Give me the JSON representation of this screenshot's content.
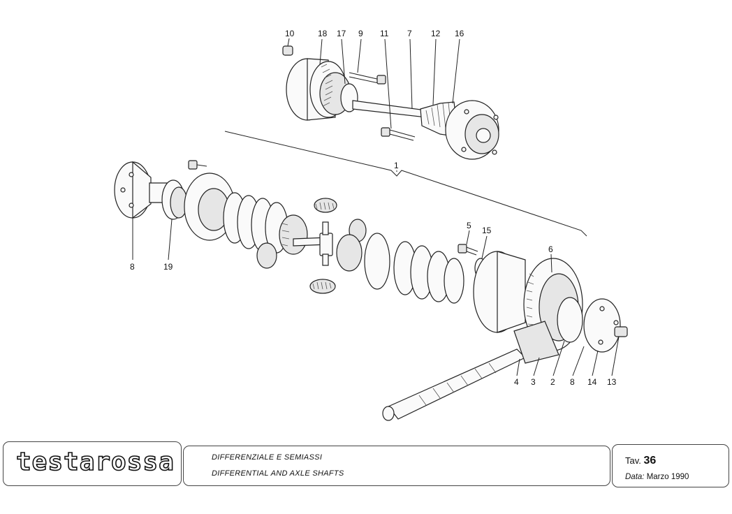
{
  "diagram": {
    "callouts": [
      {
        "id": "c10",
        "text": "10"
      },
      {
        "id": "c18",
        "text": "18"
      },
      {
        "id": "c17",
        "text": "17"
      },
      {
        "id": "c9",
        "text": "9"
      },
      {
        "id": "c11",
        "text": "11"
      },
      {
        "id": "c7",
        "text": "7"
      },
      {
        "id": "c12",
        "text": "12"
      },
      {
        "id": "c16",
        "text": "16"
      },
      {
        "id": "c1",
        "text": "1"
      },
      {
        "id": "c5",
        "text": "5"
      },
      {
        "id": "c15",
        "text": "15"
      },
      {
        "id": "c6",
        "text": "6"
      },
      {
        "id": "c8a",
        "text": "8"
      },
      {
        "id": "c19",
        "text": "19"
      },
      {
        "id": "c4",
        "text": "4"
      },
      {
        "id": "c3",
        "text": "3"
      },
      {
        "id": "c2",
        "text": "2"
      },
      {
        "id": "c8b",
        "text": "8"
      },
      {
        "id": "c14",
        "text": "14"
      },
      {
        "id": "c13",
        "text": "13"
      }
    ]
  },
  "footer": {
    "brand": "testarossa",
    "title_it": "DIFFERENZIALE E SEMIASSI",
    "title_en": "DIFFERENTIAL AND AXLE SHAFTS",
    "tav_label": "Tav.",
    "tav_number": "36",
    "date_label": "Data:",
    "date_value": "Marzo 1990"
  }
}
